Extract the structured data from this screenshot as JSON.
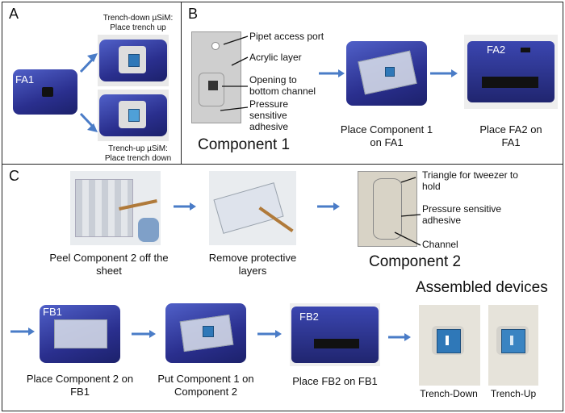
{
  "panel_a": {
    "label": "A",
    "fa1_label": "FA1",
    "caption_top": "Trench-down µSiM:\nPlace trench up",
    "caption_bottom": "Trench-up µSiM:\nPlace trench down"
  },
  "panel_b": {
    "label": "B",
    "callouts": [
      "Pipet access port",
      "Acrylic layer",
      "Opening to bottom channel",
      "Pressure sensitive adhesive"
    ],
    "component_title": "Component 1",
    "step1": "Place Component 1 on FA1",
    "fa2_label": "FA2",
    "step2": "Place FA2 on FA1"
  },
  "panel_c": {
    "label": "C",
    "step_peel": "Peel Component 2 off the sheet",
    "step_remove": "Remove protective layers",
    "callouts": [
      "Triangle for tweezer to hold",
      "Pressure sensitive adhesive",
      "Channel"
    ],
    "component_title": "Component 2",
    "fb1_label": "FB1",
    "step_place2": "Place Component 2 on FB1",
    "step_put1": "Put Component 1 on Component 2",
    "fb2_label": "FB2",
    "step_fb2": "Place FB2 on FB1",
    "assembled_title": "Assembled devices",
    "trench_down": "Trench-Down",
    "trench_up": "Trench-Up"
  },
  "colors": {
    "arrow": "#4a7cc7",
    "fixture": "#2a2f8e",
    "membrane": "#2f78b8"
  }
}
